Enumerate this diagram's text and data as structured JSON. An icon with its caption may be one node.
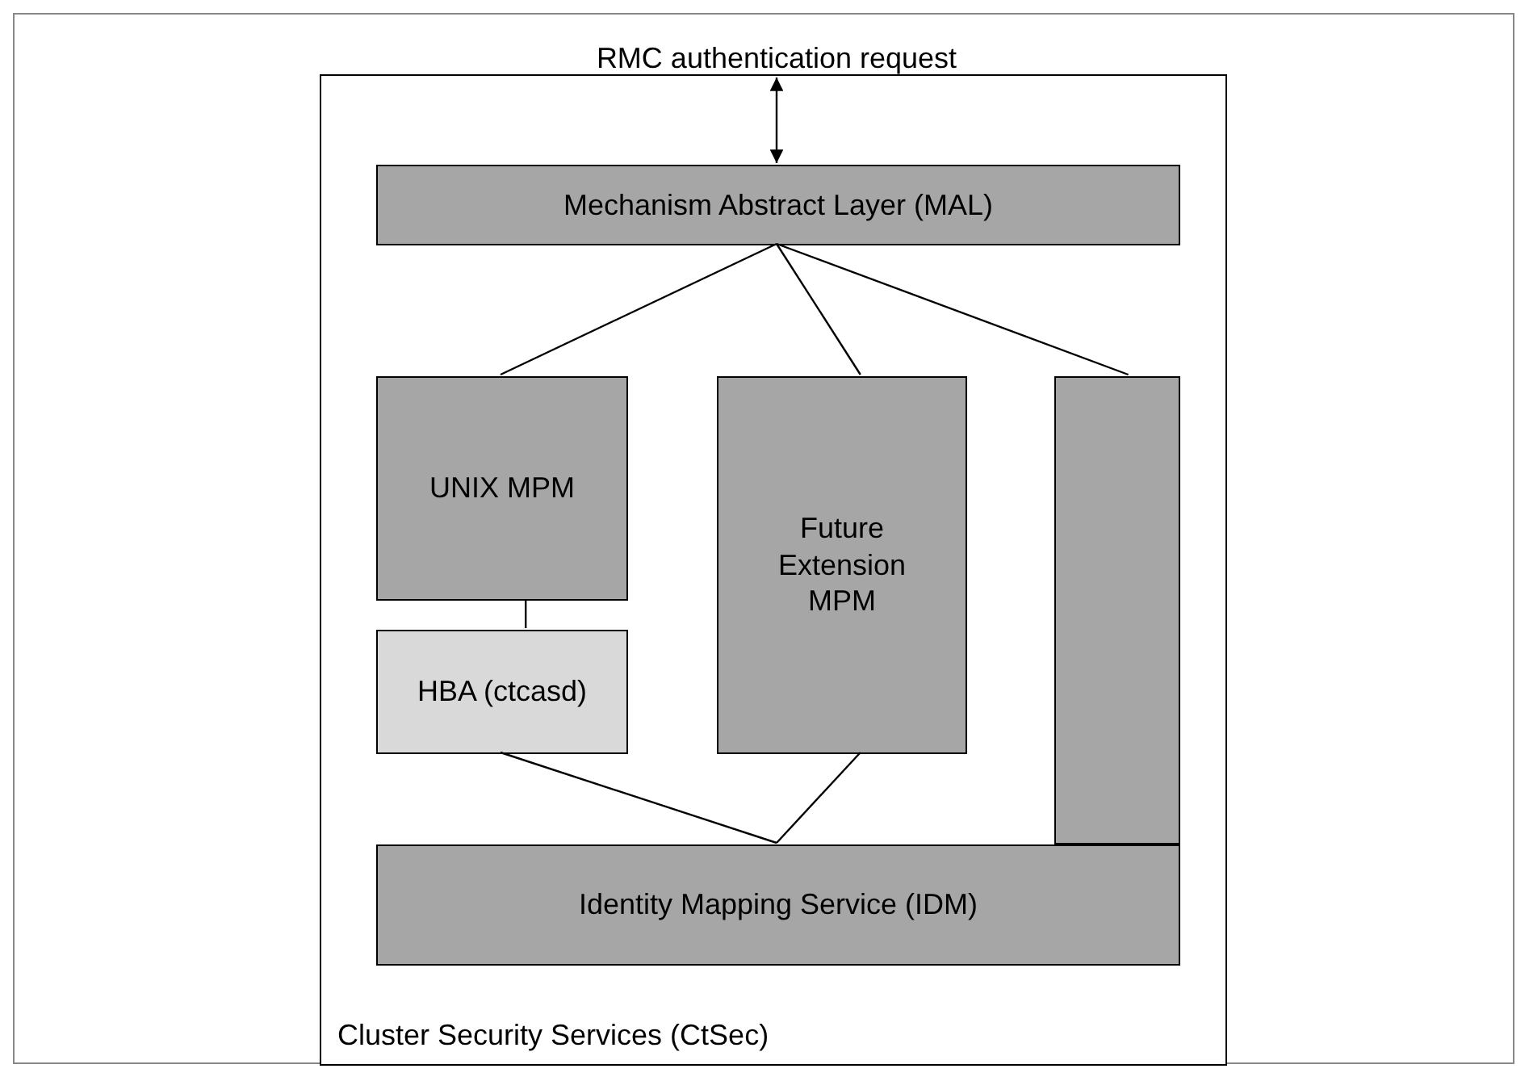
{
  "diagram": {
    "nodes": [
      {
        "text": [
          "RMC authentication request"
        ]
      },
      {
        "text": [
          "Cluster Security Services (CtSec)"
        ]
      },
      {
        "text": [
          "Mechanism Abstract Layer (MAL)"
        ],
        "in": 1
      },
      {
        "text": [
          "UNIX MPM"
        ],
        "in": 1
      },
      {
        "text": [
          "HBA (ctcasd)"
        ],
        "in": 1
      },
      {
        "text": [
          "Future Extension MPM"
        ],
        "in": 1
      },
      {
        "text": [],
        "shape": "bar",
        "in": 1
      },
      {
        "text": [
          "Identity Mapping Service (IDM)"
        ],
        "in": 1
      }
    ],
    "edges": [
      {
        "from": 0,
        "to": 2,
        "arrow": "both"
      },
      {
        "from": 2,
        "to": 3,
        "arrow": "none"
      },
      {
        "from": 2,
        "to": 5,
        "arrow": "none"
      },
      {
        "from": 2,
        "to": 6,
        "arrow": "none"
      },
      {
        "from": 3,
        "to": 4,
        "arrow": "none"
      },
      {
        "from": 4,
        "to": 7,
        "arrow": "none"
      },
      {
        "from": 5,
        "to": 7,
        "arrow": "none"
      }
    ]
  }
}
